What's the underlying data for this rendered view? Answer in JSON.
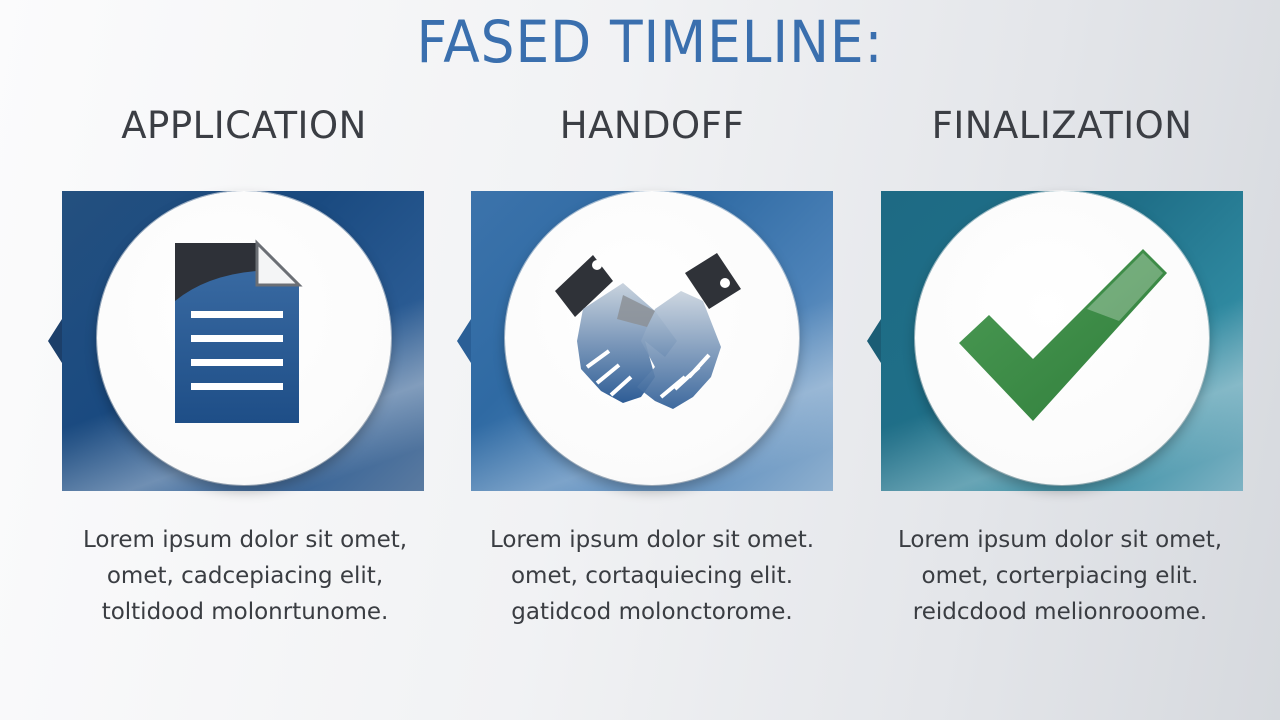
{
  "title": "FASED TIMELINE:",
  "stages": [
    {
      "title": "APPLICATION",
      "icon": "document-icon",
      "lines": [
        "Lorem ipsum dolor sit omet,",
        "omet, cadcepiacing elit,",
        "toltidood molonrtunome."
      ]
    },
    {
      "title": "HANDOFF",
      "icon": "handshake-icon",
      "lines": [
        "Lorem ipsum dolor sit omet.",
        "omet, cortaquiecing elit.",
        "gatidcod molonctorome."
      ]
    },
    {
      "title": "FINALIZATION",
      "icon": "checkmark-icon",
      "lines": [
        "Lorem ipsum dolor sit omet,",
        "omet, corterpiacing elit.",
        "reidcdood melionrooome."
      ]
    }
  ],
  "colors": {
    "title": "#3a6fae",
    "panel_1": "#1d4f86",
    "panel_2": "#2f6aa3",
    "panel_3": "#1f6f88",
    "check": "#3c8a45"
  }
}
